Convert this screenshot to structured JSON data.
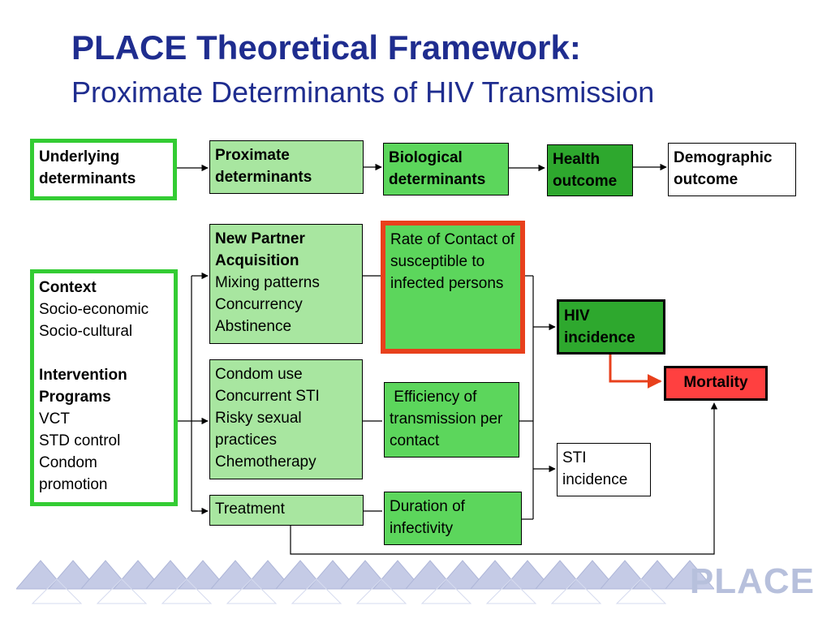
{
  "header": {
    "title": "PLACE Theoretical Framework:",
    "subtitle": "Proximate Determinants of HIV Transmission"
  },
  "top_row": {
    "underlying": "Underlying determinants",
    "proximate": "Proximate determinants",
    "biological": "Biological determinants",
    "health": "Health outcome",
    "demographic": "Demographic outcome"
  },
  "context_box": {
    "context_heading": "Context",
    "context_items": [
      "Socio-economic",
      "Socio-cultural"
    ],
    "intervention_heading": "Intervention Programs",
    "intervention_items": [
      "VCT",
      "STD control",
      "Condom promotion"
    ]
  },
  "new_partner_box": {
    "heading": "New Partner Acquisition",
    "items": [
      "Mixing patterns",
      "Concurrency",
      "Abstinence"
    ]
  },
  "condom_box": {
    "items": [
      "Condom use",
      "Concurrent STI",
      "Risky sexual practices",
      "Chemotherapy"
    ]
  },
  "treatment_box": {
    "label": "Treatment"
  },
  "biological_boxes": {
    "rate_of_contact": "Rate of Contact of  susceptible to infected persons",
    "efficiency": " Efficiency of transmission per contact",
    "duration": "Duration of infectivity"
  },
  "outcomes": {
    "hiv_incidence": "HIV incidence",
    "sti_incidence": "STI incidence",
    "mortality": "Mortality"
  },
  "logo": {
    "text": "PLACE"
  },
  "colors": {
    "title_blue": "#1f2d8f",
    "light_green": "#a8e6a0",
    "mid_green": "#5cd65c",
    "dark_green": "#2ea82e",
    "border_green": "#33cc33",
    "highlight_red": "#e8401c",
    "mortality_red": "#ff4040"
  }
}
